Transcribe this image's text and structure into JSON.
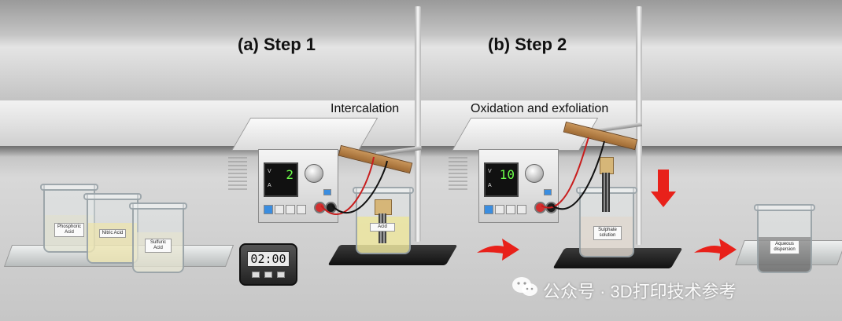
{
  "steps": [
    {
      "title": "(a) Step 1",
      "caption": "Intercalation",
      "display_value": "2",
      "beaker_label": "Acid"
    },
    {
      "title": "(b) Step 2",
      "caption": "Oxidation and exfoliation",
      "display_value": "10",
      "beaker_label": "Sulphate solution"
    }
  ],
  "psu_labels": {
    "v": "V",
    "a": "A"
  },
  "acid_beakers": [
    {
      "label": "Phosphoric Acid"
    },
    {
      "label": "Nitric Acid"
    },
    {
      "label": "Sulfuric Acid"
    }
  ],
  "timer": {
    "display": "02:00"
  },
  "product_beaker": {
    "label": "Aqueous dispersion"
  },
  "watermark": {
    "text": "公众号 · 3D打印技术参考"
  },
  "colors": {
    "arrow": "#e8211a",
    "display_digits": "#6cff4a",
    "wood": "#b07a42"
  }
}
